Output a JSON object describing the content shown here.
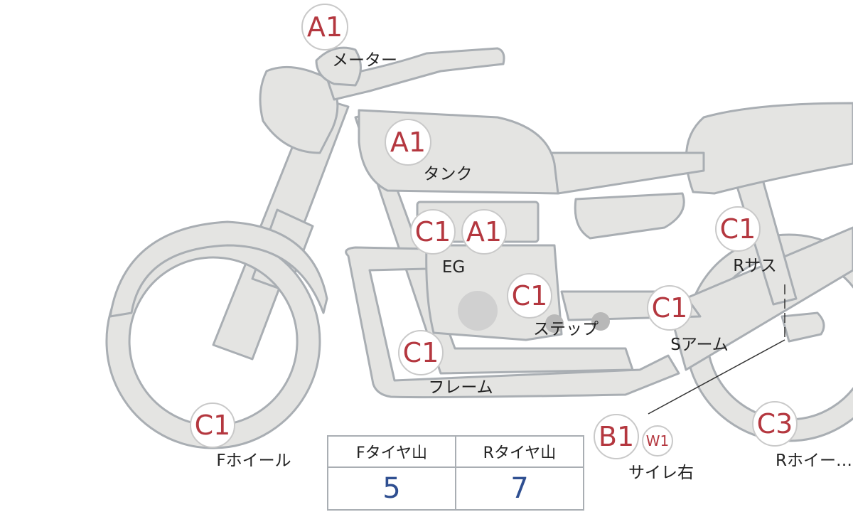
{
  "parts": [
    {
      "id": "meter",
      "grade": "A1",
      "label": "メーター"
    },
    {
      "id": "tank",
      "grade": "A1",
      "label": "タンク"
    },
    {
      "id": "engine",
      "grades": [
        "C1",
        "A1"
      ],
      "label": "EG"
    },
    {
      "id": "step",
      "grade": "C1",
      "label": "ステップ"
    },
    {
      "id": "frame",
      "grade": "C1",
      "label": "フレーム"
    },
    {
      "id": "f-wheel",
      "grade": "C1",
      "label": "Fホイール"
    },
    {
      "id": "r-suspension",
      "grade": "C1",
      "label": "Rサス"
    },
    {
      "id": "swing-arm",
      "grade": "C1",
      "label": "Sアーム"
    },
    {
      "id": "muffler-right",
      "grade": "B1",
      "extra": "W1",
      "label": "サイレ右"
    },
    {
      "id": "r-wheel",
      "grade": "C3",
      "label": "Rホイー…"
    }
  ],
  "tire_table": {
    "headers": [
      "Fタイヤ山",
      "Rタイヤ山"
    ],
    "values": [
      "5",
      "7"
    ]
  },
  "colors": {
    "bike_fill": "#e4e4e2",
    "outline": "#a9aeb3",
    "grade": "#b4373f",
    "tire_value": "#2f4f91"
  }
}
